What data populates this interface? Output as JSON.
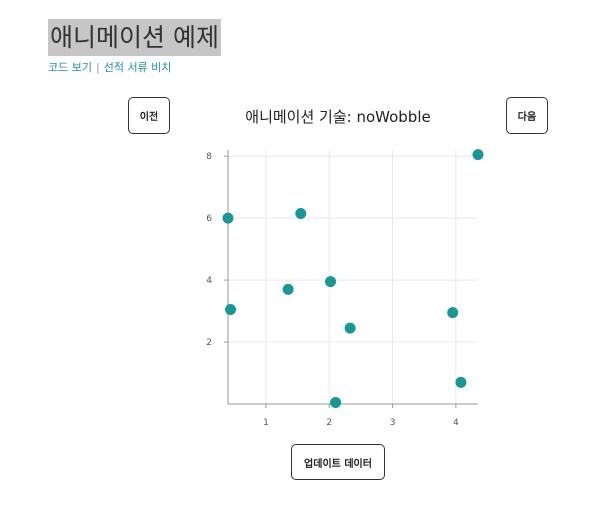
{
  "page": {
    "title": "애니메이션 예제",
    "links": {
      "view_code": "코드 보기",
      "separator": "|",
      "choose_docs": "선적 서류 비치"
    }
  },
  "controls": {
    "prev_label": "이전",
    "next_label": "다음",
    "update_label": "업데이트 데이터"
  },
  "chart_data": {
    "type": "scatter",
    "title": "애니메이션 기술: noWobble",
    "xlabel": "",
    "ylabel": "",
    "xlim": [
      0.4,
      4.35
    ],
    "ylim": [
      0,
      8.2
    ],
    "xticks": [
      1,
      2,
      3,
      4
    ],
    "yticks": [
      2,
      4,
      6,
      8
    ],
    "grid": true,
    "point_color": "#1a9696",
    "points": [
      {
        "x": 0.4,
        "y": 6.0
      },
      {
        "x": 0.44,
        "y": 3.05
      },
      {
        "x": 1.35,
        "y": 3.7
      },
      {
        "x": 1.55,
        "y": 6.15
      },
      {
        "x": 2.02,
        "y": 3.95
      },
      {
        "x": 2.1,
        "y": 0.05
      },
      {
        "x": 2.33,
        "y": 2.45
      },
      {
        "x": 3.95,
        "y": 2.95
      },
      {
        "x": 4.08,
        "y": 0.7
      },
      {
        "x": 4.35,
        "y": 8.05
      }
    ]
  }
}
